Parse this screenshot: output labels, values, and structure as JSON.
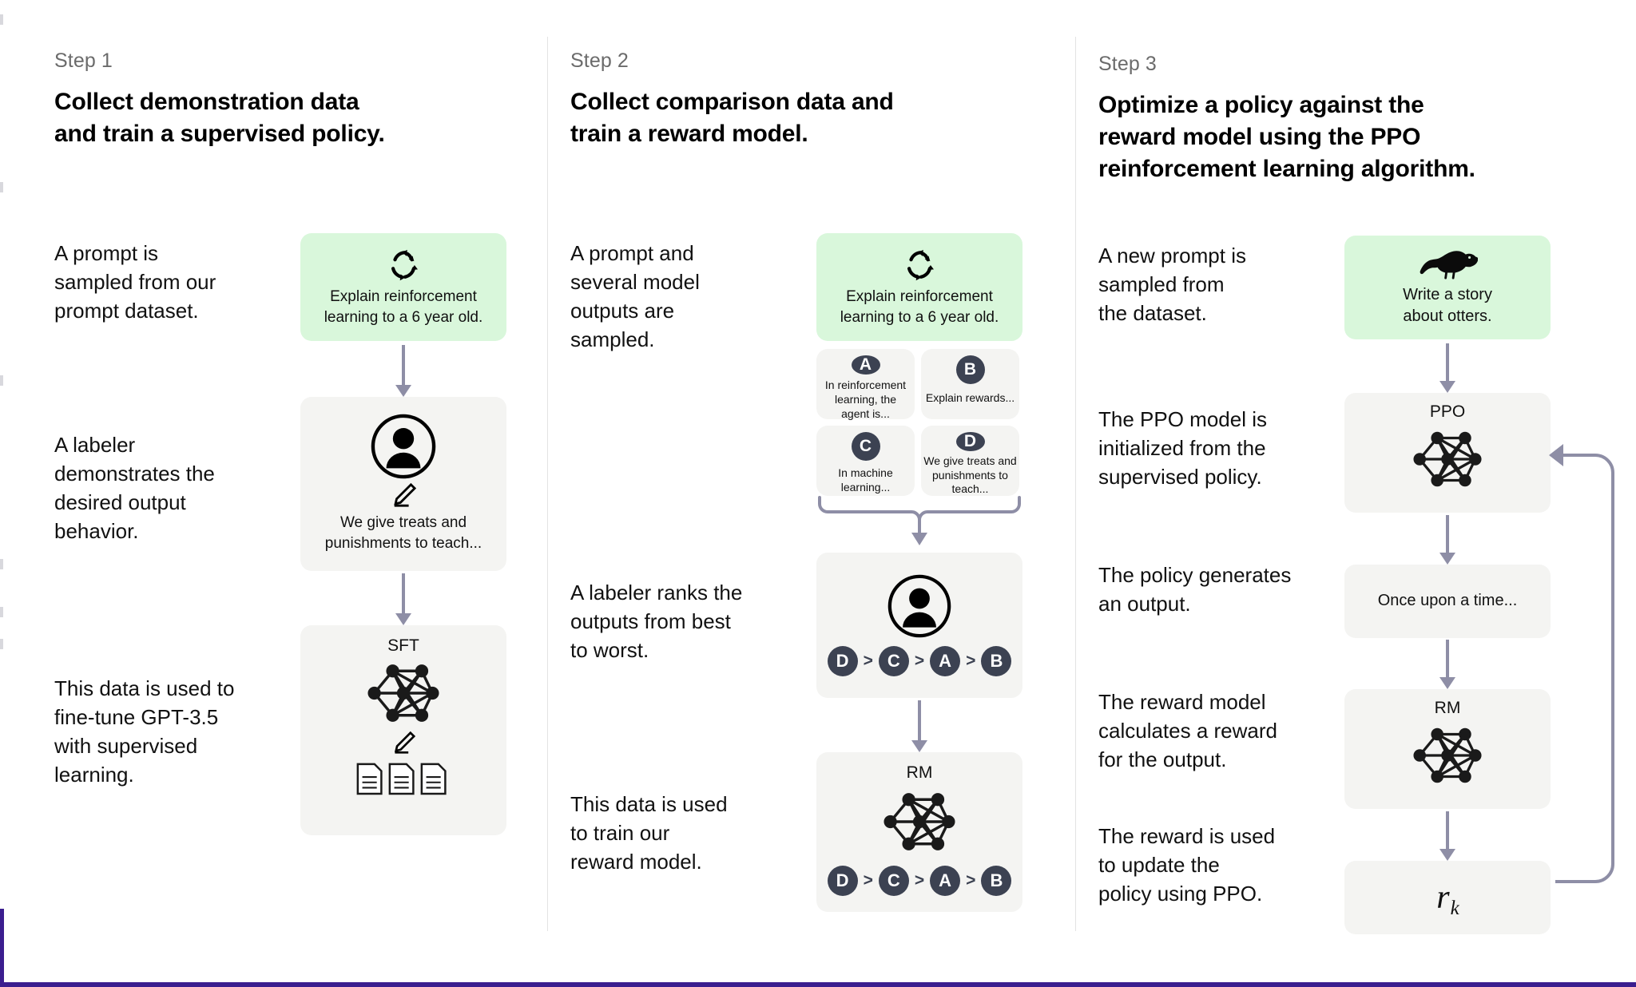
{
  "diagram": {
    "title": "InstructGPT / RLHF three-step training diagram",
    "accent_green": "#d9f7db",
    "box_gray": "#f4f4f2",
    "arrow_color": "#8e8ea6",
    "chip_color": "#3c4252",
    "chrome_accent": "#3b1e8f"
  },
  "steps": [
    {
      "label": "Step 1",
      "title": "Collect demonstration data\nand train a supervised policy.",
      "descriptions": [
        "A prompt is\nsampled from our\nprompt dataset.",
        "A labeler\ndemonstrates the\ndesired output\nbehavior.",
        "This data is used to\nfine-tune GPT-3.5\nwith supervised\nlearning."
      ],
      "nodes": [
        {
          "name": "prompt-card",
          "icon": "recycle-arrows-icon",
          "caption": "Explain reinforcement\nlearning to a 6 year old.",
          "variant": "green"
        },
        {
          "name": "labeler-card",
          "icon": "person-circle-icon",
          "sub_icon": "pencil-icon",
          "caption": "We give treats and\npunishments to teach...",
          "variant": "gray"
        },
        {
          "name": "sft-model-card",
          "title": "SFT",
          "icon": "neural-network-icon",
          "sub_icon": "pencil-icon",
          "extra_icon": "documents-icon",
          "variant": "gray"
        }
      ]
    },
    {
      "label": "Step 2",
      "title": "Collect comparison data and\ntrain a reward model.",
      "descriptions": [
        "A prompt and\nseveral model\noutputs are\nsampled.",
        "A labeler ranks the\noutputs from best\nto worst.",
        "This data is used\nto train our\nreward model."
      ],
      "nodes": [
        {
          "name": "prompt-card",
          "icon": "recycle-arrows-icon",
          "caption": "Explain reinforcement\nlearning to a 6 year old.",
          "variant": "green"
        },
        {
          "name": "output-grid",
          "outputs": [
            {
              "tag": "A",
              "text": "In reinforcement\nlearning, the\nagent is..."
            },
            {
              "tag": "B",
              "text": "Explain rewards..."
            },
            {
              "tag": "C",
              "text": "In machine\nlearning..."
            },
            {
              "tag": "D",
              "text": "We give treats and\npunishments to\nteach..."
            }
          ]
        },
        {
          "name": "labeler-rank-card",
          "icon": "person-circle-icon",
          "ranking": [
            "D",
            "C",
            "A",
            "B"
          ],
          "variant": "gray"
        },
        {
          "name": "rm-model-card",
          "title": "RM",
          "icon": "neural-network-icon",
          "ranking": [
            "D",
            "C",
            "A",
            "B"
          ],
          "variant": "gray"
        }
      ]
    },
    {
      "label": "Step 3",
      "title": "Optimize a policy against the\nreward model using the PPO\nreinforcement learning algorithm.",
      "descriptions": [
        "A new prompt is\nsampled from\nthe dataset.",
        "The PPO model is\ninitialized from the\nsupervised policy.",
        "The policy generates\nan output.",
        "The reward model\ncalculates a reward\nfor the output.",
        "The reward is used\nto update the\npolicy using PPO."
      ],
      "nodes": [
        {
          "name": "new-prompt-card",
          "icon": "otter-icon",
          "caption": "Write a story\nabout otters.",
          "variant": "green"
        },
        {
          "name": "ppo-model-card",
          "title": "PPO",
          "icon": "neural-network-icon",
          "variant": "gray"
        },
        {
          "name": "generated-output-card",
          "caption": "Once upon a time...",
          "variant": "gray"
        },
        {
          "name": "rm-model-card",
          "title": "RM",
          "icon": "neural-network-icon",
          "variant": "gray"
        },
        {
          "name": "reward-card",
          "reward_symbol": "r",
          "reward_subscript": "k",
          "variant": "gray"
        }
      ]
    }
  ]
}
